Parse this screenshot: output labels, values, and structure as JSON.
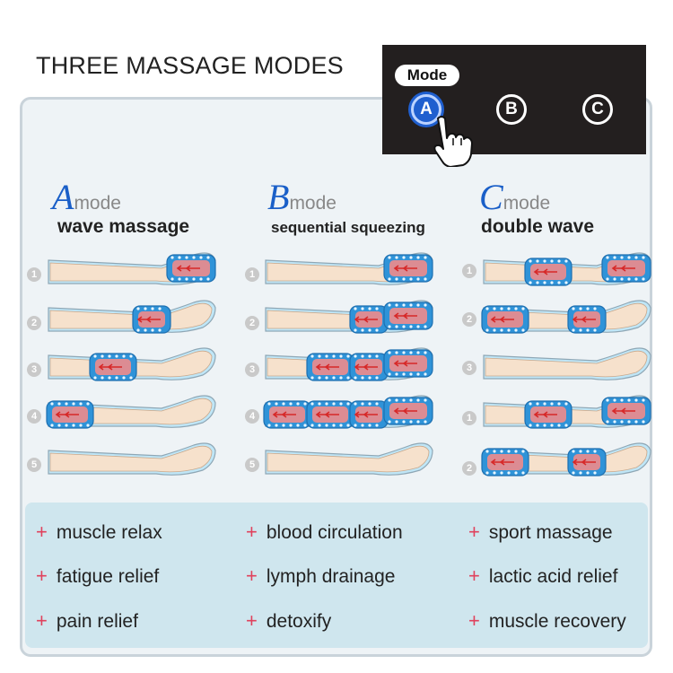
{
  "title": "THREE MASSAGE MODES",
  "remote": {
    "label": "Mode",
    "buttons": [
      {
        "letter": "A",
        "active": true
      },
      {
        "letter": "B",
        "active": false
      },
      {
        "letter": "C",
        "active": false
      }
    ]
  },
  "modes": [
    {
      "letter": "A",
      "word": "mode",
      "subtitle": "wave massage",
      "steps": [
        {
          "num": "1",
          "cells": [
            0,
            0,
            0,
            1
          ]
        },
        {
          "num": "2",
          "cells": [
            0,
            0,
            1,
            0
          ]
        },
        {
          "num": "3",
          "cells": [
            0,
            1,
            0,
            0
          ]
        },
        {
          "num": "4",
          "cells": [
            1,
            0,
            0,
            0
          ]
        },
        {
          "num": "5",
          "cells": [
            0,
            0,
            0,
            0
          ]
        }
      ]
    },
    {
      "letter": "B",
      "word": "mode",
      "subtitle": "sequential squeezing",
      "steps": [
        {
          "num": "1",
          "cells": [
            0,
            0,
            0,
            1
          ]
        },
        {
          "num": "2",
          "cells": [
            0,
            0,
            1,
            1
          ]
        },
        {
          "num": "3",
          "cells": [
            0,
            1,
            1,
            1
          ]
        },
        {
          "num": "4",
          "cells": [
            1,
            1,
            1,
            1
          ]
        },
        {
          "num": "5",
          "cells": [
            0,
            0,
            0,
            0
          ]
        }
      ]
    },
    {
      "letter": "C",
      "word": "mode",
      "subtitle": "double wave",
      "steps": [
        {
          "num": "1",
          "cells": [
            0,
            1,
            0,
            1
          ]
        },
        {
          "num": "2",
          "cells": [
            1,
            0,
            1,
            0
          ]
        },
        {
          "num": "3",
          "cells": [
            0,
            0,
            0,
            0
          ]
        },
        {
          "num": "1",
          "cells": [
            0,
            1,
            0,
            1
          ]
        },
        {
          "num": "2",
          "cells": [
            1,
            0,
            1,
            0
          ]
        }
      ]
    }
  ],
  "benefits": [
    [
      "muscle relax",
      "blood circulation",
      "sport massage"
    ],
    [
      "fatigue relief",
      "lymph drainage",
      "lactic acid relief"
    ],
    [
      "pain relief",
      "detoxify",
      "muscle recovery"
    ]
  ],
  "colors": {
    "accent": "#1a5fc8",
    "cuff": "#2f93d8",
    "cuff_light": "#bfe6f7",
    "skin": "#f6e1cc",
    "heat": "#f08c8c",
    "arrow": "#d72828",
    "plus": "#e0415c"
  }
}
